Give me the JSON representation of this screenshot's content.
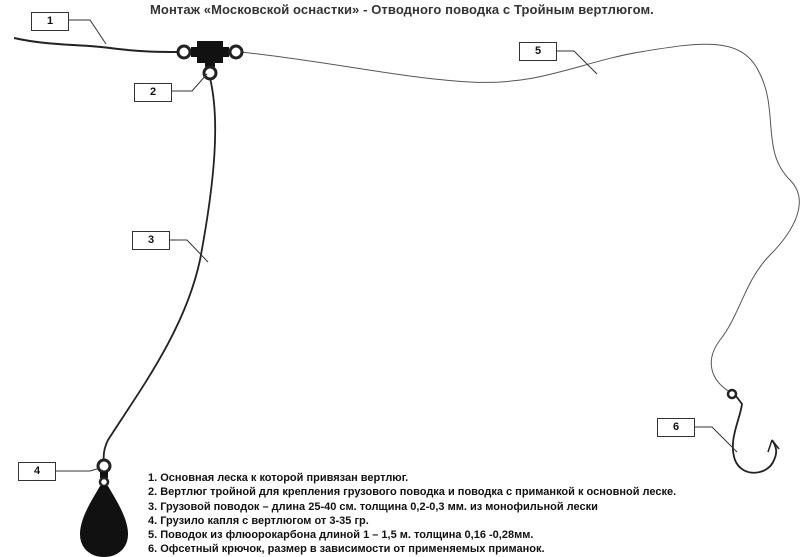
{
  "title": "Монтаж «Московской оснастки» - Отводного поводка с  Тройным вертлюгом.",
  "callouts": [
    "1",
    "2",
    "3",
    "4",
    "5",
    "6"
  ],
  "legend": [
    "1.  Основная леска к которой привязан вертлюг.",
    "2.  Вертлюг тройной для крепления грузового поводка и поводка с приманкой к основной леске.",
    "3. Грузовой поводок – длина 25-40 см. толщина 0,2-0,3 мм. из монофильной лески",
    "4. Грузило капля с вертлюгом от 3-35 гр.",
    "5. Поводок  из флюорокарбона длиной 1 – 1,5 м. толщина 0,16 -0,28мм.",
    "6. Офсетный крючок, размер в зависимости от применяемых приманок."
  ],
  "colors": {
    "line": "#222222",
    "text": "#111111"
  }
}
